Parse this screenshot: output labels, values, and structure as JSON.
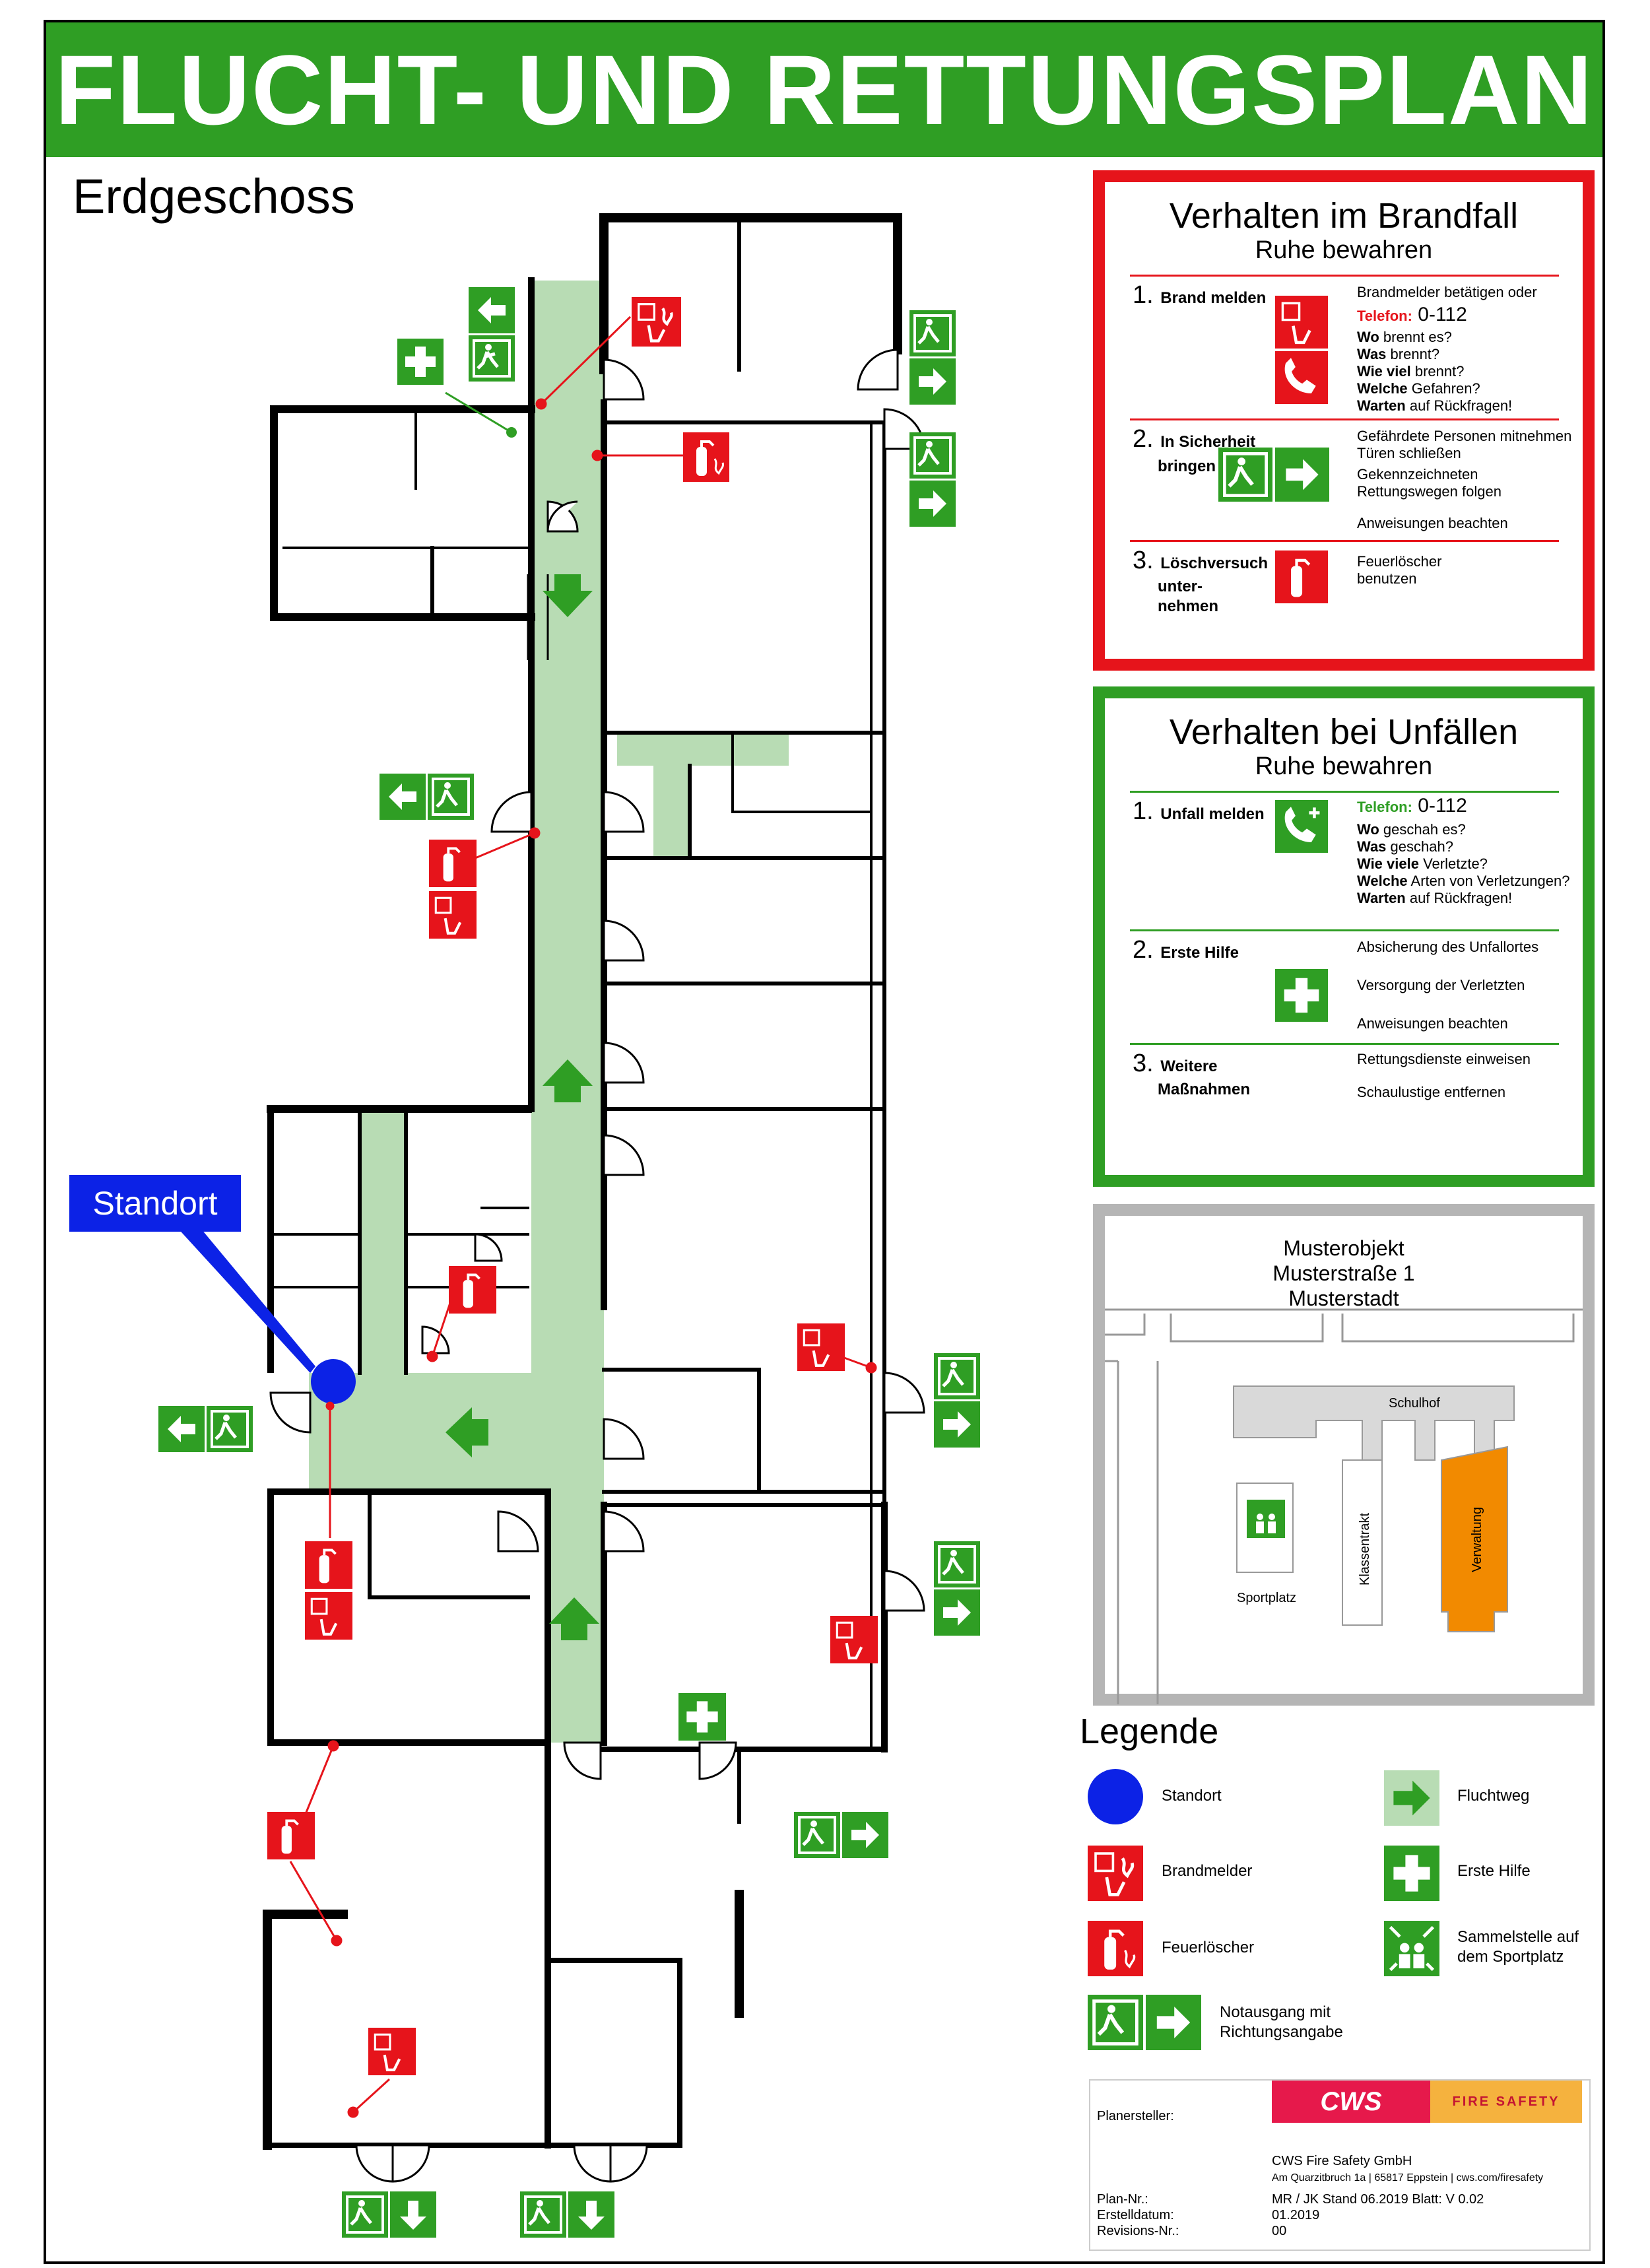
{
  "title": "FLUCHT- UND RETTUNGSPLAN",
  "floor_label": "Erdgeschoss",
  "standort_callout": "Standort",
  "colors": {
    "green": "#2f9e24",
    "red": "#e6141b",
    "route": "#b8dcb4",
    "location": "#0c22e6",
    "orange": "#f28a00",
    "grey_building": "#d9d9d9"
  },
  "fire_panel": {
    "title": "Verhalten im Brandfall",
    "subtitle": "Ruhe bewahren",
    "steps": [
      {
        "num": "1.",
        "label": "Brand melden",
        "lines": [
          "Brandmelder betätigen oder"
        ],
        "phone_label": "Telefon:",
        "phone": "0-112",
        "questions": [
          [
            "Wo",
            " brennt es?"
          ],
          [
            "Was",
            " brennt?"
          ],
          [
            "Wie viel",
            " brennt?"
          ],
          [
            "Welche",
            " Gefahren?"
          ],
          [
            "Warten",
            " auf Rückfragen!"
          ]
        ]
      },
      {
        "num": "2.",
        "label_1": "In Sicherheit",
        "label_2": "bringen",
        "lines": [
          "Gefährdete Personen mitnehmen",
          "Türen schließen",
          "Gekennzeichneten",
          "Rettungswegen folgen",
          "Anweisungen beachten"
        ]
      },
      {
        "num": "3.",
        "label_1": "Löschversuch",
        "label_2": "unter-",
        "label_3": "nehmen",
        "lines": [
          "Feuerlöscher",
          "benutzen"
        ]
      }
    ]
  },
  "accident_panel": {
    "title": "Verhalten bei Unfällen",
    "subtitle": "Ruhe bewahren",
    "steps": [
      {
        "num": "1.",
        "label": "Unfall melden",
        "phone_label": "Telefon:",
        "phone": "0-112",
        "questions": [
          [
            "Wo",
            " geschah es?"
          ],
          [
            "Was",
            " geschah?"
          ],
          [
            "Wie viele",
            " Verletzte?"
          ],
          [
            "Welche",
            " Arten von Verletzungen?"
          ],
          [
            "Warten",
            " auf Rückfragen!"
          ]
        ]
      },
      {
        "num": "2.",
        "label": "Erste Hilfe",
        "lines": [
          "Absicherung des Unfallortes",
          "Versorgung der Verletzten",
          "Anweisungen beachten"
        ]
      },
      {
        "num": "3.",
        "label_1": "Weitere",
        "label_2": "Maßnahmen",
        "lines": [
          "Rettungsdienste einweisen",
          "Schaulustige entfernen"
        ]
      }
    ]
  },
  "site_panel": {
    "address": [
      "Musterobjekt",
      "Musterstraße 1",
      "Musterstadt"
    ],
    "labels": {
      "schulhof": "Schulhof",
      "klassentrakt": "Klassentrakt",
      "verwaltung": "Verwaltung",
      "sportplatz": "Sportplatz"
    }
  },
  "legend": {
    "title": "Legende",
    "items": {
      "standort": "Standort",
      "fluchtweg": "Fluchtweg",
      "brandmelder": "Brandmelder",
      "erste_hilfe": "Erste Hilfe",
      "feuerloescher": "Feuerlöscher",
      "sammelstelle": [
        "Sammelstelle auf",
        "dem Sportplatz"
      ],
      "notausgang": [
        "Notausgang mit",
        "Richtungsangabe"
      ]
    }
  },
  "footer": {
    "planersteller_label": "Planersteller:",
    "logo_text": "CWS",
    "logo_tag": "FIRE SAFETY",
    "company": "CWS Fire Safety GmbH",
    "company_address": "Am Quarzitbruch 1a | 65817 Eppstein | cws.com/firesafety",
    "rows": [
      {
        "label": "Plan-Nr.:",
        "value": "MR / JK Stand 06.2019 Blatt: V 0.02"
      },
      {
        "label": "Erstelldatum:",
        "value": "01.2019"
      },
      {
        "label": "Revisions-Nr.:",
        "value": "00"
      }
    ]
  }
}
